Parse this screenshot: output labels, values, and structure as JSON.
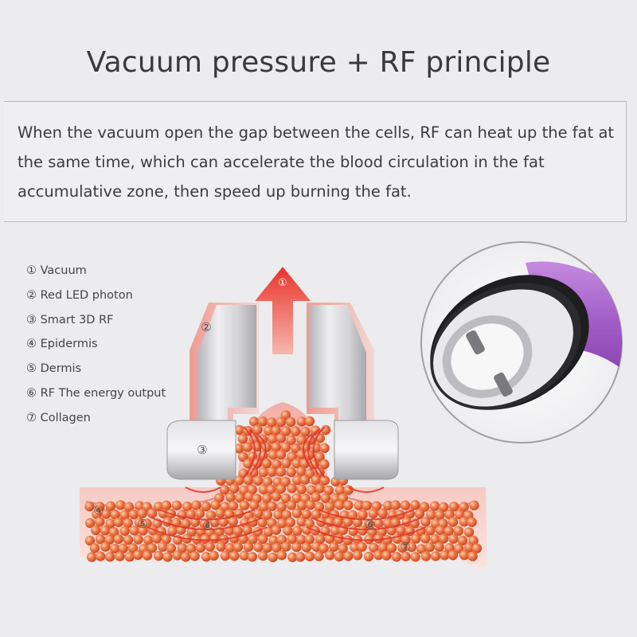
{
  "title": "Vacuum pressure + RF principle",
  "description": "When the vacuum open the gap between the cells, RF can heat up the fat at the same time, which can accelerate the blood circulation in the fat accumulative zone, then speed up burning the fat.",
  "legend": [
    "① Vacuum",
    "② Red LED photon",
    "③ Smart 3D RF",
    "④ Epidermis",
    "⑤ Dermis",
    "⑥ RF The energy output",
    "⑦ Collagen"
  ],
  "markers": {
    "vacuum": "①",
    "led": "②",
    "rf": "③",
    "epidermis": "④",
    "dermis": "⑤",
    "energy_left": "⑥",
    "energy_right": "⑥",
    "collagen": "⑦"
  },
  "colors": {
    "arrow": "#e8332a",
    "skin": "#f6c9bd",
    "fat": "#e96a3b",
    "device_purple": "#a45fc8",
    "applicator_metal": "#c9c9cc"
  }
}
